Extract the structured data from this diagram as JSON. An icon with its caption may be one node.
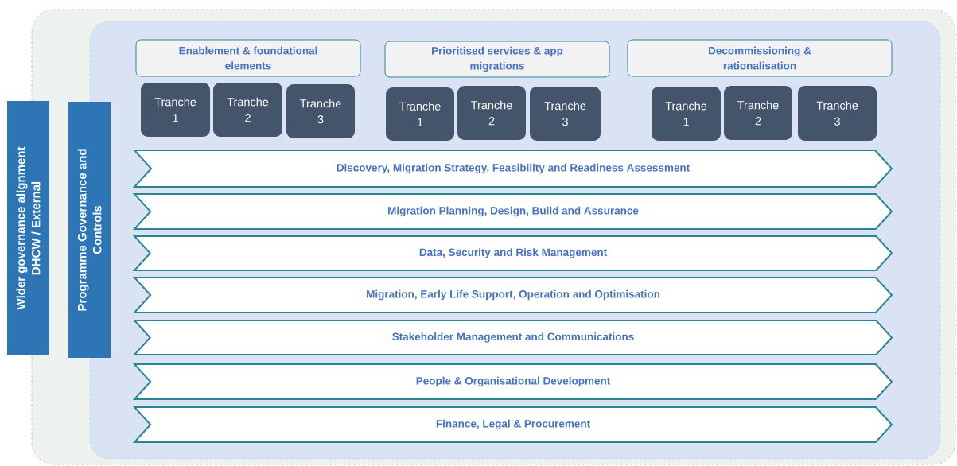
{
  "diagram": {
    "nodes": [
      {
        "text": [
          "Wider governance alignment DHCW / External"
        ]
      },
      {
        "text": [
          "Programme Governance and Controls"
        ]
      },
      {
        "text": [
          "Enablement & foundational elements"
        ]
      },
      {
        "text": [
          "Prioritised services & app migrations"
        ]
      },
      {
        "text": [
          "Decommissioning & rationalisation"
        ]
      },
      {
        "text": [
          "Tranche 1"
        ]
      },
      {
        "text": [
          "Tranche 2"
        ]
      },
      {
        "text": [
          "Tranche 3"
        ]
      },
      {
        "text": [
          "Tranche 1"
        ]
      },
      {
        "text": [
          "Tranche 2"
        ]
      },
      {
        "text": [
          "Tranche 3"
        ]
      },
      {
        "text": [
          "Tranche 1"
        ]
      },
      {
        "text": [
          "Tranche 2"
        ]
      },
      {
        "text": [
          "Tranche 3"
        ]
      },
      {
        "text": [
          "Discovery, Migration Strategy, Feasibility and Readiness Assessment"
        ]
      },
      {
        "text": [
          "Migration Planning, Design, Build and Assurance"
        ]
      },
      {
        "text": [
          "Data, Security and Risk Management"
        ]
      },
      {
        "text": [
          "Migration, Early Life Support, Operation and Optimisation"
        ]
      },
      {
        "text": [
          "Stakeholder Management and Communications"
        ]
      },
      {
        "text": [
          "People & Organisational Development"
        ]
      },
      {
        "text": [
          "Finance, Legal & Procurement"
        ]
      }
    ]
  }
}
